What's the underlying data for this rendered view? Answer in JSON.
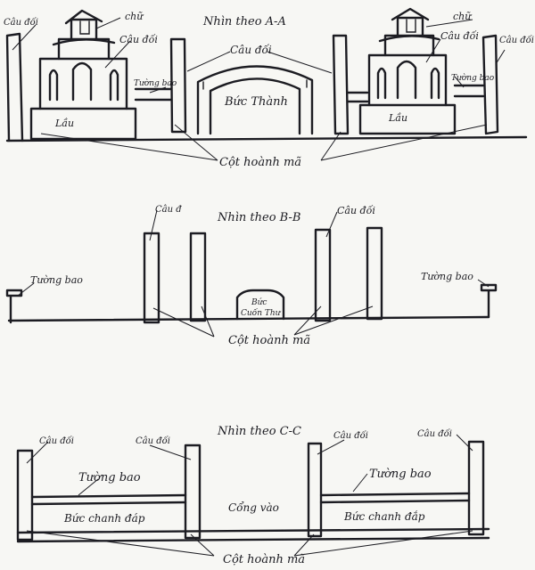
{
  "section_a": {
    "title": "Nhìn theo A-A",
    "label_cau_doi_left_corner": "Câu đối",
    "label_chu_left": "chữ",
    "label_cau_doi_left_tower": "Câu đối",
    "label_cau_doi_center": "Câu đối",
    "label_tuong_bao_left": "Tường bao",
    "label_buc_thanh": "Bức Thành",
    "label_lau_left": "Lầu",
    "label_chu_right": "chữ",
    "label_cau_doi_right_tower": "Câu đối",
    "label_cau_doi_right_corner": "Câu đối",
    "label_tuong_bao_right": "Tường bao",
    "label_lau_right": "Lầu",
    "label_cot_hoanh_ma": "Cột hoành mã"
  },
  "section_b": {
    "title": "Nhìn theo B-B",
    "label_cau_doi_left": "Câu đ",
    "label_cau_doi_right": "Câu đối",
    "label_tuong_bao_left": "Tường bao",
    "label_tuong_bao_right": "Tường bao",
    "label_buc_line1": "Bức",
    "label_buc_line2": "Cuốn Thư",
    "label_cot_hoanh_ma": "Cột hoành mã"
  },
  "section_c": {
    "title": "Nhìn theo C-C",
    "label_cau_doi_1": "Câu đối",
    "label_cau_doi_2": "Câu đối",
    "label_cau_doi_3": "Câu đối",
    "label_cau_doi_4": "Câu đối",
    "label_tuong_bao_left": "Tường bao",
    "label_tuong_bao_right": "Tường bao",
    "label_buc_chanh_left": "Bức chanh đáp",
    "label_buc_chanh_right": "Bức chanh đắp",
    "label_cong_vao": "Cổng vào",
    "label_cot_hoanh_ma": "Cột hoành mã"
  }
}
